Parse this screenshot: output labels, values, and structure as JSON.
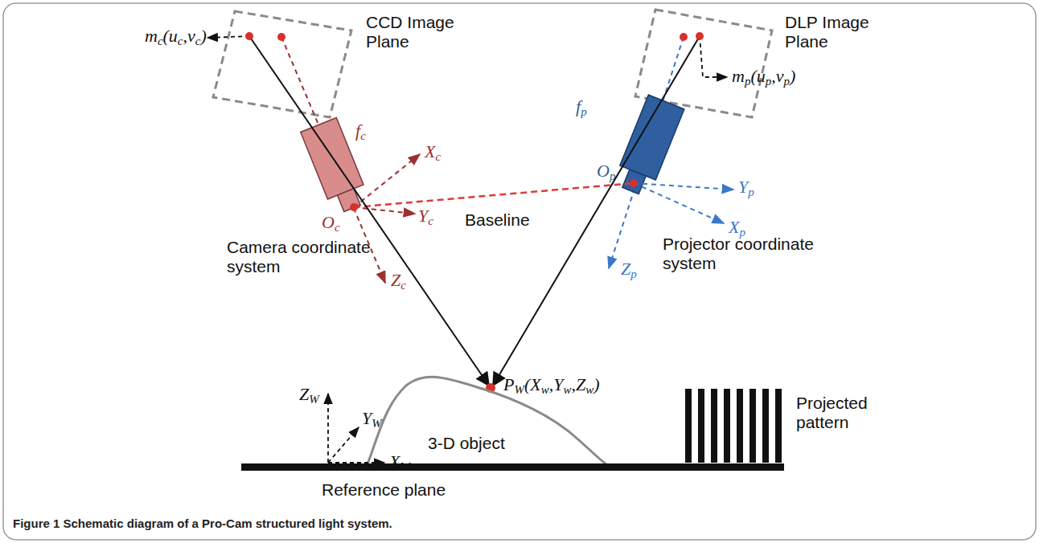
{
  "diagram": {
    "caption": "Figure 1 Schematic diagram of a Pro-Cam structured light system.",
    "labels": [
      "CCD Image Plane",
      "mc(uc,vc)",
      "fc",
      "Xc",
      "Oc",
      "Yc",
      "Baseline",
      "Camera coordinate system",
      "Zc",
      "DLP Image Plane",
      "mp(up,vp)",
      "fp",
      "Op",
      "Yp",
      "Xp",
      "Projector coordinate system",
      "Zp",
      "ZW",
      "YW",
      "XW",
      "PW(Xw,Yw,Zw)",
      "3-D object",
      "Projected pattern",
      "Reference plane"
    ]
  }
}
